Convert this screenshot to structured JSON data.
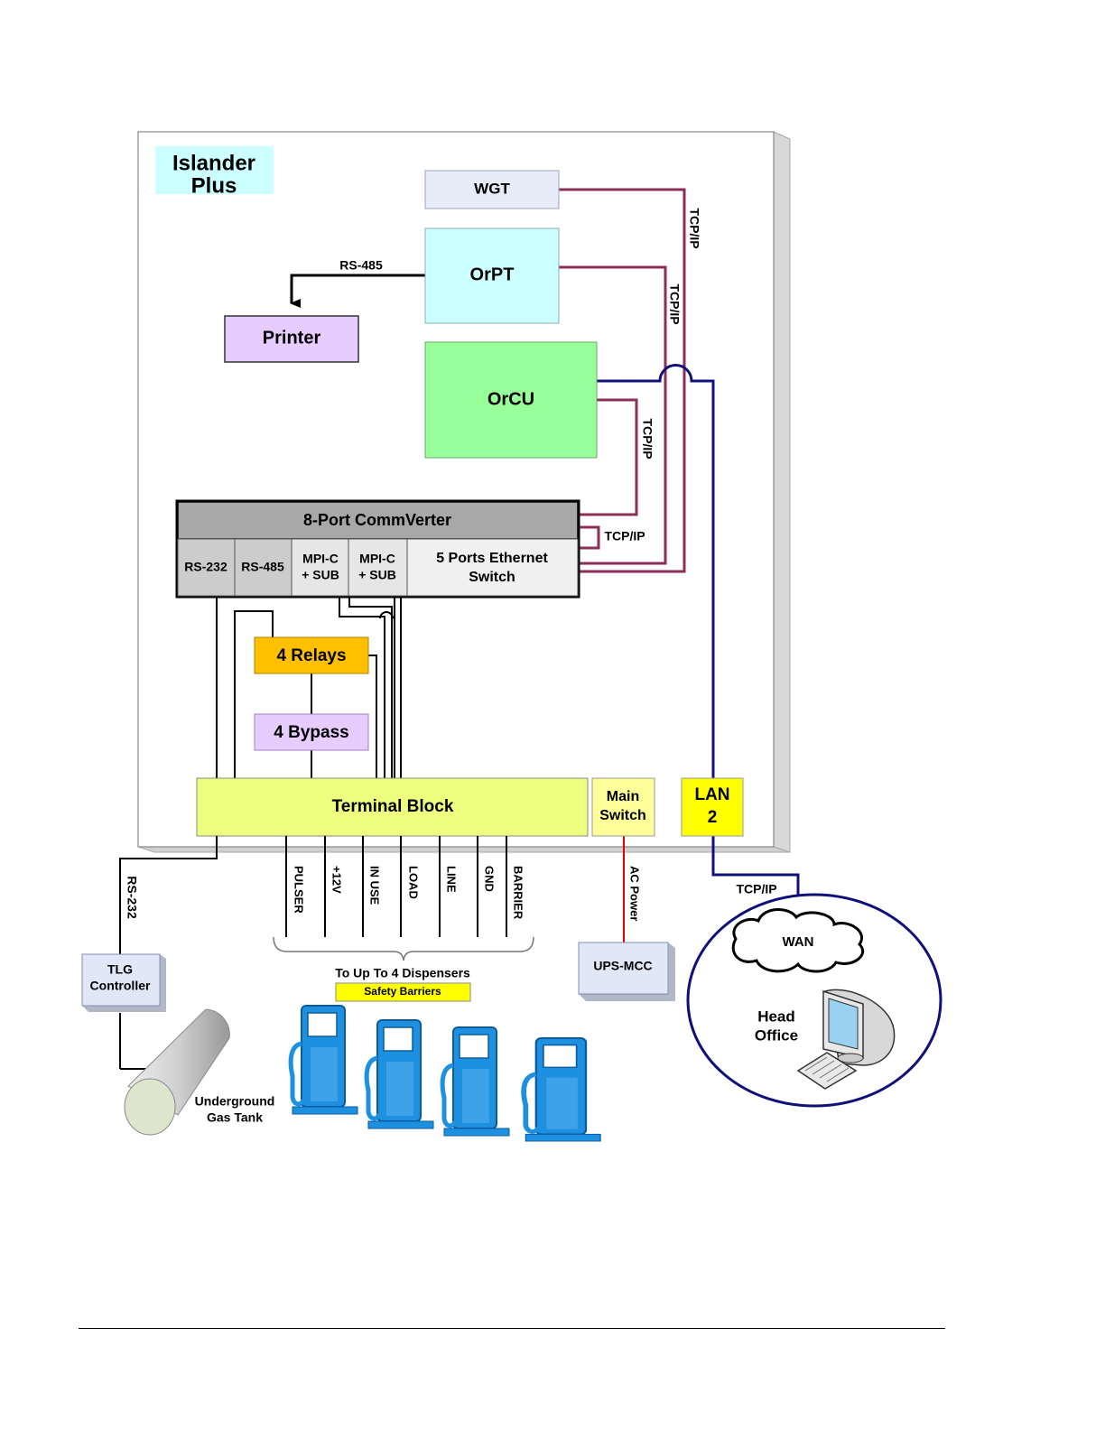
{
  "title": {
    "line1": "Islander",
    "line2": "Plus"
  },
  "components": {
    "wgt": "WGT",
    "orpt": "OrPT",
    "printer": "Printer",
    "orcu": "OrCU",
    "relays": "4 Relays",
    "bypass": "4 Bypass",
    "terminal_block": "Terminal Block",
    "main_switch": {
      "line1": "Main",
      "line2": "Switch"
    },
    "lan": {
      "line1": "LAN",
      "line2": "2"
    },
    "tlg": {
      "line1": "TLG",
      "line2": "Controller"
    },
    "ups": "UPS-MCC",
    "wan": "WAN",
    "head_office": {
      "line1": "Head",
      "line2": "Office"
    },
    "gas_tank": {
      "line1": "Underground",
      "line2": "Gas Tank"
    }
  },
  "commverter": {
    "title": "8-Port CommVerter",
    "ports": {
      "rs232": "RS-232",
      "rs485": "RS-485",
      "mpic1": {
        "line1": "MPI-C",
        "line2": "+ SUB"
      },
      "mpic2": {
        "line1": "MPI-C",
        "line2": "+ SUB"
      },
      "ethernet": {
        "line1": "5 Ports Ethernet",
        "line2": "Switch"
      }
    }
  },
  "connections": {
    "rs485": "RS-485",
    "tcpip_wgt": "TCP/IP",
    "tcpip_orpt": "TCP/IP",
    "tcpip_orcu": "TCP/IP",
    "tcpip_loop": "TCP/IP",
    "tcpip_wan": "TCP/IP",
    "rs232_tlg": "RS-232",
    "ac_power": "AC Power"
  },
  "terminal_outputs": [
    "PULSER",
    "+12V",
    "IN USE",
    "LOAD",
    "LINE",
    "GND",
    "BARRIER"
  ],
  "dispensers": {
    "caption": "To Up To 4 Dispensers",
    "barrier_label": "Safety Barriers",
    "icon": "fuel-dispenser-icon"
  },
  "colors": {
    "title_bg": "#ccffff",
    "wgt": "#e8ecf8",
    "orpt": "#ccffff",
    "printer": "#e6ccff",
    "orcu": "#99ff99",
    "relays": "#ffc000",
    "bypass": "#e6ccff",
    "terminal_block": "#eeff80",
    "main_switch": "#ffff99",
    "lan": "#ffff00",
    "tcpip_wire": "#8b2e5a",
    "lan_wire": "#10107a",
    "ac_wire": "#e00000",
    "dispenser": "#1e90e0"
  }
}
